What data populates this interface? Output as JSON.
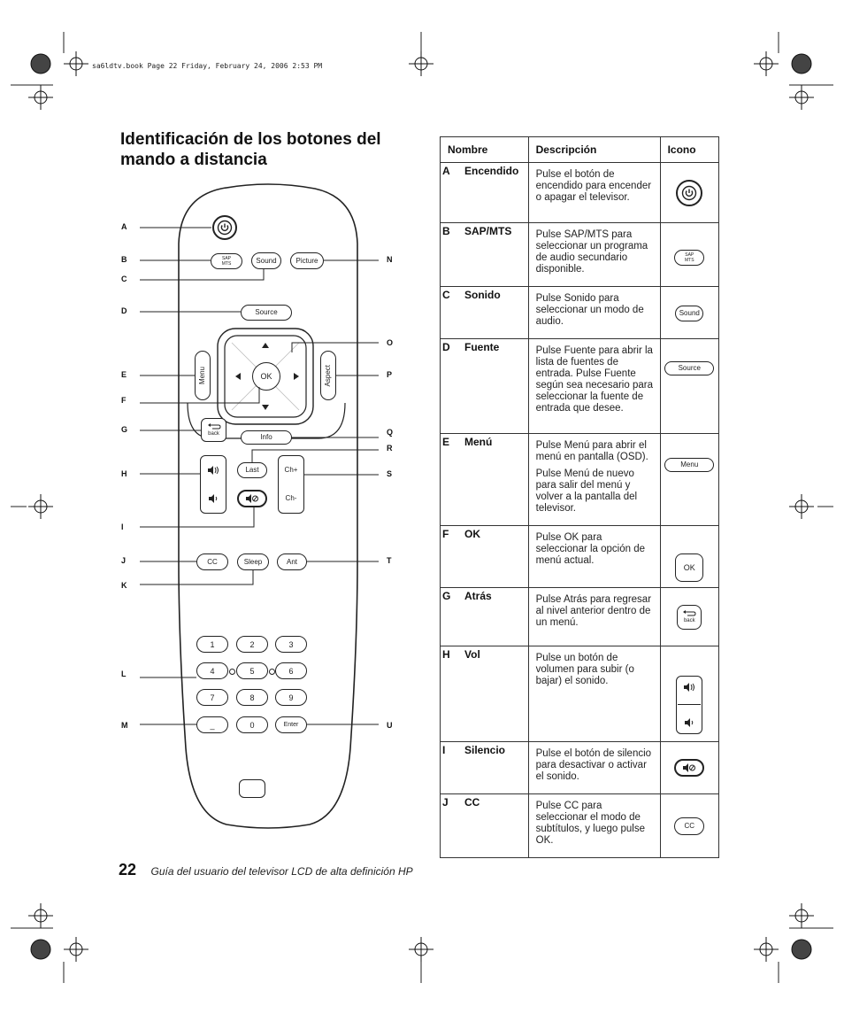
{
  "header": {
    "file_line": "sa6ldtv.book  Page 22  Friday, February 24, 2006  2:53 PM"
  },
  "title": "Identificación de los botones del mando a distancia",
  "footer": {
    "page_number": "22",
    "text": "Guía del usuario del televisor LCD de alta definición HP"
  },
  "remote": {
    "callouts_left": [
      "A",
      "B",
      "C",
      "D",
      "E",
      "F",
      "G",
      "H",
      "I",
      "J",
      "K",
      "L",
      "M"
    ],
    "callouts_right": [
      "N",
      "O",
      "P",
      "Q",
      "R",
      "S",
      "T",
      "U"
    ],
    "buttons": {
      "sap_line1": "SAP",
      "sap_line2": "MTS",
      "sound": "Sound",
      "picture": "Picture",
      "source": "Source",
      "menu": "Menu",
      "aspect": "Aspect",
      "ok": "OK",
      "back": "back",
      "info": "Info",
      "last": "Last",
      "ch_up": "Ch+",
      "ch_down": "Ch-",
      "cc": "CC",
      "sleep": "Sleep",
      "ant": "Ant",
      "keys": [
        "1",
        "2",
        "3",
        "4",
        "5",
        "6",
        "7",
        "8",
        "9",
        "_",
        "0",
        "Enter"
      ]
    }
  },
  "table": {
    "headers": {
      "name": "Nombre",
      "description": "Descripción",
      "icon": "Icono"
    },
    "rows": [
      {
        "letter": "A",
        "name": "Encendido",
        "desc": [
          "Pulse el botón de encendido para encender o apagar el televisor."
        ],
        "icon": "power-icon"
      },
      {
        "letter": "B",
        "name": "SAP/MTS",
        "desc": [
          "Pulse SAP/MTS para seleccionar un programa de audio secundario disponible."
        ],
        "icon": "sap-mts-icon",
        "icon_label_1": "SAP",
        "icon_label_2": "MTS"
      },
      {
        "letter": "C",
        "name": "Sonido",
        "desc": [
          "Pulse Sonido para seleccionar un modo de audio."
        ],
        "icon": "sound-icon",
        "icon_label": "Sound"
      },
      {
        "letter": "D",
        "name": "Fuente",
        "desc": [
          "Pulse Fuente para abrir la lista de fuentes de entrada. Pulse Fuente según sea necesario para seleccionar la fuente de entrada que desee."
        ],
        "icon": "source-icon",
        "icon_label": "Source"
      },
      {
        "letter": "E",
        "name": "Menú",
        "desc": [
          "Pulse Menú para abrir el menú en pantalla (OSD).",
          "Pulse Menú de nuevo para salir del menú y volver a la pantalla del televisor."
        ],
        "icon": "menu-icon",
        "icon_label": "Menu"
      },
      {
        "letter": "F",
        "name": "OK",
        "desc": [
          "Pulse OK para seleccionar la opción de menú actual."
        ],
        "icon": "ok-icon",
        "icon_label": "OK"
      },
      {
        "letter": "G",
        "name": "Atrás",
        "desc": [
          "Pulse Atrás para regresar al nivel anterior dentro de un menú."
        ],
        "icon": "back-icon",
        "icon_label": "back"
      },
      {
        "letter": "H",
        "name": "Vol",
        "desc": [
          "Pulse un botón de volumen para subir (o bajar) el sonido."
        ],
        "icon": "volume-icon"
      },
      {
        "letter": "I",
        "name": "Silencio",
        "desc": [
          "Pulse el botón de silencio para desactivar o activar el sonido."
        ],
        "icon": "mute-icon"
      },
      {
        "letter": "J",
        "name": "CC",
        "desc": [
          "Pulse CC para seleccionar el modo de subtítulos, y luego pulse OK."
        ],
        "icon": "cc-icon",
        "icon_label": "CC"
      }
    ]
  }
}
